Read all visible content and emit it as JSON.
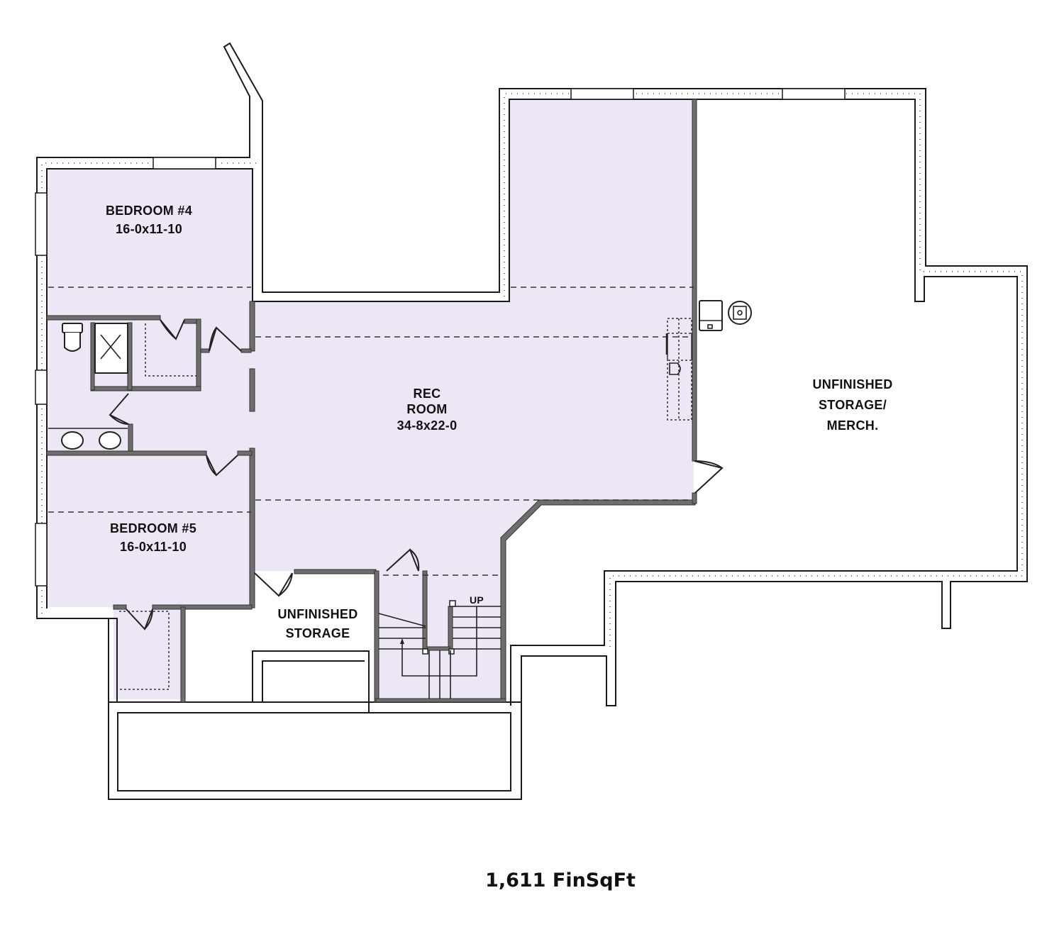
{
  "plan": {
    "type": "basement floor plan",
    "finished_fill_color": "#ede6f4",
    "unfinished_fill_color": "#ffffff",
    "wall_color": "#6e6e6e",
    "rooms": [
      {
        "id": "bedroom4",
        "name": "BEDROOM #4",
        "dimensions": "16-0x11-10",
        "finished": true
      },
      {
        "id": "rec_room",
        "name_line1": "REC",
        "name_line2": "ROOM",
        "dimensions": "34-8x22-0",
        "finished": true
      },
      {
        "id": "bedroom5",
        "name": "BEDROOM #5",
        "dimensions": "16-0x11-10",
        "finished": true
      },
      {
        "id": "unfinished_storage",
        "name_line1": "UNFINISHED",
        "name_line2": "STORAGE",
        "finished": false
      },
      {
        "id": "unfinished_storage_merch",
        "name_line1": "UNFINISHED",
        "name_line2": "STORAGE/",
        "name_line3": "MERCH.",
        "finished": false
      }
    ],
    "stairs": {
      "direction_label": "UP"
    },
    "fixtures": [
      "toilet-icon",
      "shower-icon",
      "double-sink-icon",
      "water-heater-icon",
      "furnace-icon",
      "closet",
      "stairs"
    ]
  },
  "footer": {
    "finished_sqft_label": "1,611 FinSqFt"
  }
}
